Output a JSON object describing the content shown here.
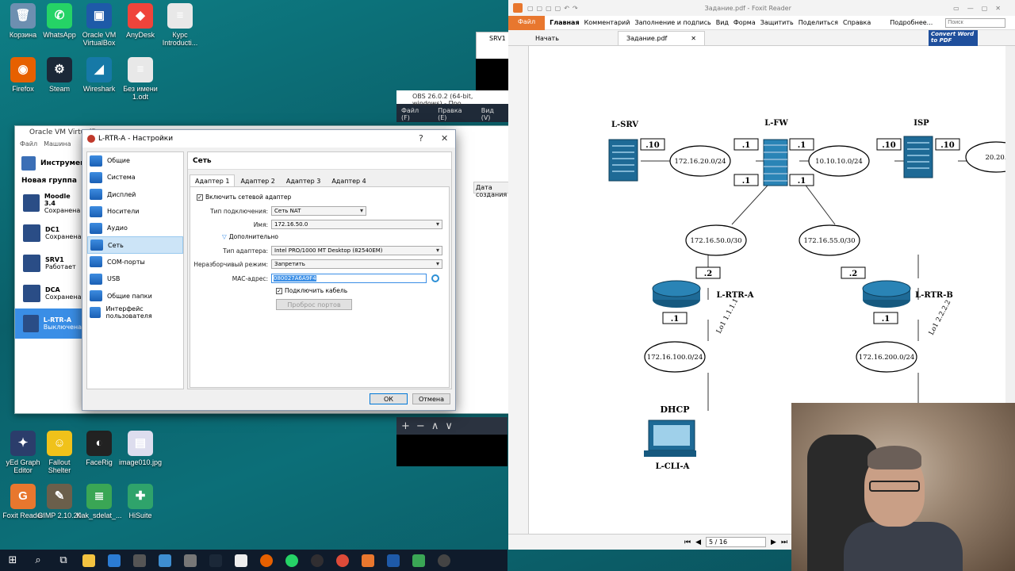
{
  "desktop_icons": [
    {
      "id": "recycle",
      "label": "Корзина",
      "color": "#6d8fb0",
      "glyph": "🗑"
    },
    {
      "id": "whatsapp",
      "label": "WhatsApp",
      "color": "#25d366",
      "glyph": "✆"
    },
    {
      "id": "vbox",
      "label": "Oracle VM VirtualBox",
      "color": "#1e5aa8",
      "glyph": "▣"
    },
    {
      "id": "anydesk",
      "label": "AnyDesk",
      "color": "#ef443b",
      "glyph": "◆"
    },
    {
      "id": "kurs",
      "label": "Курс Introducti...",
      "color": "#e8e8e8",
      "glyph": "≡"
    },
    {
      "id": "firefox",
      "label": "Firefox",
      "color": "#e66000",
      "glyph": "◉"
    },
    {
      "id": "steam",
      "label": "Steam",
      "color": "#1b2838",
      "glyph": "⚙"
    },
    {
      "id": "wireshark",
      "label": "Wireshark",
      "color": "#1679a7",
      "glyph": "◢"
    },
    {
      "id": "bezimeni",
      "label": "Без имени 1.odt",
      "color": "#e8e8e8",
      "glyph": "≡"
    },
    {
      "id": "yed",
      "label": "yEd Graph Editor",
      "color": "#2b3d6b",
      "glyph": "✦"
    },
    {
      "id": "fallout",
      "label": "Fallout Shelter",
      "color": "#f0c21a",
      "glyph": "☺"
    },
    {
      "id": "facerig",
      "label": "FaceRig",
      "color": "#222",
      "glyph": "◐"
    },
    {
      "id": "image010",
      "label": "image010.jpg",
      "color": "#dde",
      "glyph": "▤"
    },
    {
      "id": "foxit-icon",
      "label": "Foxit Reader",
      "color": "#e8772e",
      "glyph": "G"
    },
    {
      "id": "gimp",
      "label": "GIMP 2.10.20",
      "color": "#6b5f4b",
      "glyph": "✎"
    },
    {
      "id": "kak",
      "label": "Kak_sdelat_...",
      "color": "#3aa655",
      "glyph": "≣"
    },
    {
      "id": "hisuite",
      "label": "HiSuite",
      "color": "#2fa36b",
      "glyph": "✚"
    }
  ],
  "vbox_manager": {
    "title": "Oracle VM VirtualBox",
    "menu": [
      "Файл",
      "Машина"
    ],
    "tools_label": "Инструменты",
    "group_label": "Новая группа",
    "date_header": "Дата создания",
    "vms": [
      {
        "name": "Moodle 3.4",
        "state": "Сохранена"
      },
      {
        "name": "DC1",
        "state": "Сохранена"
      },
      {
        "name": "SRV1",
        "state": "Работает"
      },
      {
        "name": "DCA",
        "state": "Сохранена"
      },
      {
        "name": "L-RTR-A",
        "state": "Выключена"
      }
    ]
  },
  "srv1_window": {
    "title": "SRV1"
  },
  "obs": {
    "title": "OBS 26.0.2 (64-bit, windows) - Про...",
    "menu": [
      "Файл (F)",
      "Правка (E)",
      "Вид (V)"
    ]
  },
  "dialog": {
    "title": "L-RTR-A - Настройки",
    "help": "?",
    "close": "✕",
    "categories": [
      "Общие",
      "Система",
      "Дисплей",
      "Носители",
      "Аудио",
      "Сеть",
      "COM-порты",
      "USB",
      "Общие папки",
      "Интерфейс пользователя"
    ],
    "selected_category": "Сеть",
    "pane_title": "Сеть",
    "tabs": [
      "Адаптер 1",
      "Адаптер 2",
      "Адаптер 3",
      "Адаптер 4"
    ],
    "enable_adapter": "Включить сетевой адаптер",
    "conn_type_label": "Тип подключения:",
    "conn_type_value": "Сеть NAT",
    "name_label": "Имя:",
    "name_value": "172.16.50.0",
    "advanced": "Дополнительно",
    "adapter_type_label": "Тип адаптера:",
    "adapter_type_value": "Intel PRO/1000 MT Desktop (82540EM)",
    "promisc_label": "Неразборчивый режим:",
    "promisc_value": "Запретить",
    "mac_label": "MAC-адрес:",
    "mac_value": "080027A6A9F4",
    "cable": "Подключить кабель",
    "port_forward": "Проброс портов",
    "ok": "ОК",
    "cancel": "Отмена"
  },
  "foxit": {
    "title": "Задание.pdf - Foxit Reader",
    "file_menu": "Файл",
    "ribbon": [
      "Главная",
      "Комментарий",
      "Заполнение и подпись",
      "Вид",
      "Форма",
      "Защитить",
      "Поделиться",
      "Справка"
    ],
    "more": "Подробнее...",
    "search_placeholder": "Поиск",
    "tabs": [
      "Начать",
      "Задание.pdf"
    ],
    "convert": "Convert Word to PDF",
    "page_indicator": "5 / 16"
  },
  "diagram": {
    "nodes": {
      "lsrv": "L-SRV",
      "lfw": "L-FW",
      "isp": "ISP",
      "lrtra": "L-RTR-A",
      "lrtrb": "L-RTR-B",
      "lclia": "L-CLI-A",
      "dhcp": "DHCP"
    },
    "clouds": {
      "c1": "172.16.20.0/24",
      "c2": "10.10.10.0/24",
      "c3": "20.20.",
      "c4": "172.16.50.0/30",
      "c5": "172.16.55.0/30",
      "c6": "172.16.100.0/24",
      "c7": "172.16.200.0/24"
    },
    "labels": {
      "a": ".10",
      "b": ".1",
      "c": ".1",
      "d": ".10",
      "e": ".10",
      "f": ".1",
      "g": ".1",
      "h": ".2",
      "i": ".2",
      "j": ".1",
      "k": ".1"
    },
    "loopbacks": {
      "la": "Lo1 1.1.1.1",
      "lb": "Lo1 2.2.2.2"
    }
  }
}
